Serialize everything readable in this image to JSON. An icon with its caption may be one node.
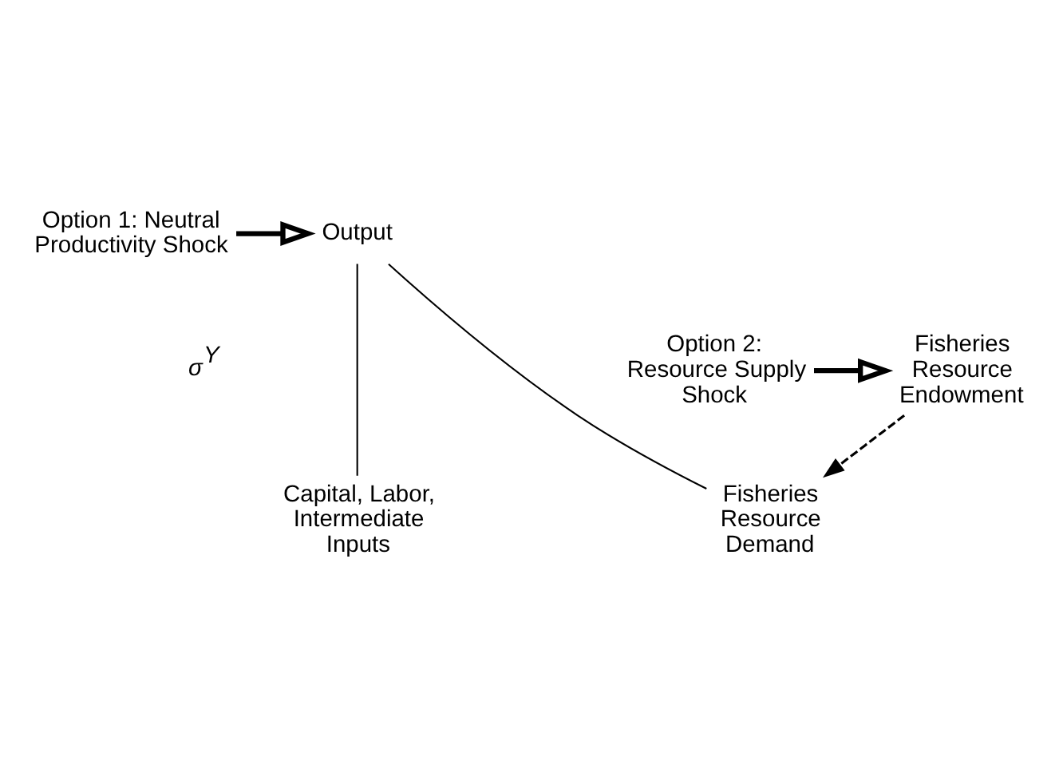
{
  "diagram": {
    "nodes": [
      {
        "text": [
          "Option 1: Neutral Productivity Shock"
        ]
      },
      {
        "text": [
          "Output"
        ]
      },
      {
        "text": [
          "Fisheries Resource Demand"
        ]
      },
      {
        "text": [
          "Capital, Labor, Intermediate Inputs"
        ]
      },
      {
        "text": [
          "Option 2: Resource Supply Shock"
        ]
      },
      {
        "text": [
          "Fisheries Resource Endowment"
        ]
      }
    ],
    "edges": [
      {
        "from": 0,
        "to": 1,
        "arrow": "to",
        "style": "thick"
      },
      {
        "from": 1,
        "to": 2,
        "arrow": "none"
      },
      {
        "from": 1,
        "to": 3,
        "arrow": "none"
      },
      {
        "from": 5,
        "to": 2,
        "arrow": "to",
        "style": "dashed"
      },
      {
        "from": 4,
        "to": 5,
        "arrow": "to",
        "style": "thick"
      }
    ],
    "labels": [
      "σ$^{Y}$"
    ]
  }
}
